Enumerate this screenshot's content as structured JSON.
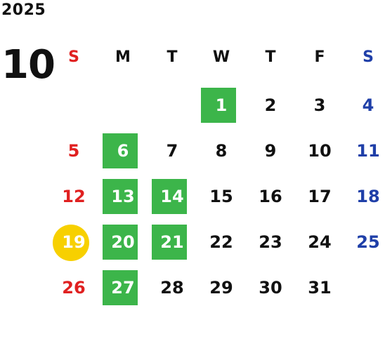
{
  "year": "2025",
  "month": "10",
  "weekdays": [
    {
      "label": "S",
      "color": "#e02020"
    },
    {
      "label": "M",
      "color": "#111111"
    },
    {
      "label": "T",
      "color": "#111111"
    },
    {
      "label": "W",
      "color": "#111111"
    },
    {
      "label": "T",
      "color": "#111111"
    },
    {
      "label": "F",
      "color": "#111111"
    },
    {
      "label": "S",
      "color": "#1f3fa8"
    }
  ],
  "colors": {
    "sunday": "#e02020",
    "saturday": "#1f3fa8",
    "weekday": "#111111",
    "highlight_green": "#3cb54a",
    "highlight_yellow": "#f7d000"
  },
  "weeks": [
    [
      {
        "d": ""
      },
      {
        "d": ""
      },
      {
        "d": ""
      },
      {
        "d": "1",
        "mark": "green"
      },
      {
        "d": "2"
      },
      {
        "d": "3"
      },
      {
        "d": "4"
      }
    ],
    [
      {
        "d": "5"
      },
      {
        "d": "6",
        "mark": "green"
      },
      {
        "d": "7"
      },
      {
        "d": "8"
      },
      {
        "d": "9"
      },
      {
        "d": "10"
      },
      {
        "d": "11"
      }
    ],
    [
      {
        "d": "12"
      },
      {
        "d": "13",
        "mark": "green"
      },
      {
        "d": "14",
        "mark": "green"
      },
      {
        "d": "15"
      },
      {
        "d": "16"
      },
      {
        "d": "17"
      },
      {
        "d": "18"
      }
    ],
    [
      {
        "d": "19",
        "mark": "yellow"
      },
      {
        "d": "20",
        "mark": "green"
      },
      {
        "d": "21",
        "mark": "green"
      },
      {
        "d": "22"
      },
      {
        "d": "23"
      },
      {
        "d": "24"
      },
      {
        "d": "25"
      }
    ],
    [
      {
        "d": "26"
      },
      {
        "d": "27",
        "mark": "green"
      },
      {
        "d": "28"
      },
      {
        "d": "29"
      },
      {
        "d": "30"
      },
      {
        "d": "31"
      },
      {
        "d": ""
      }
    ]
  ]
}
